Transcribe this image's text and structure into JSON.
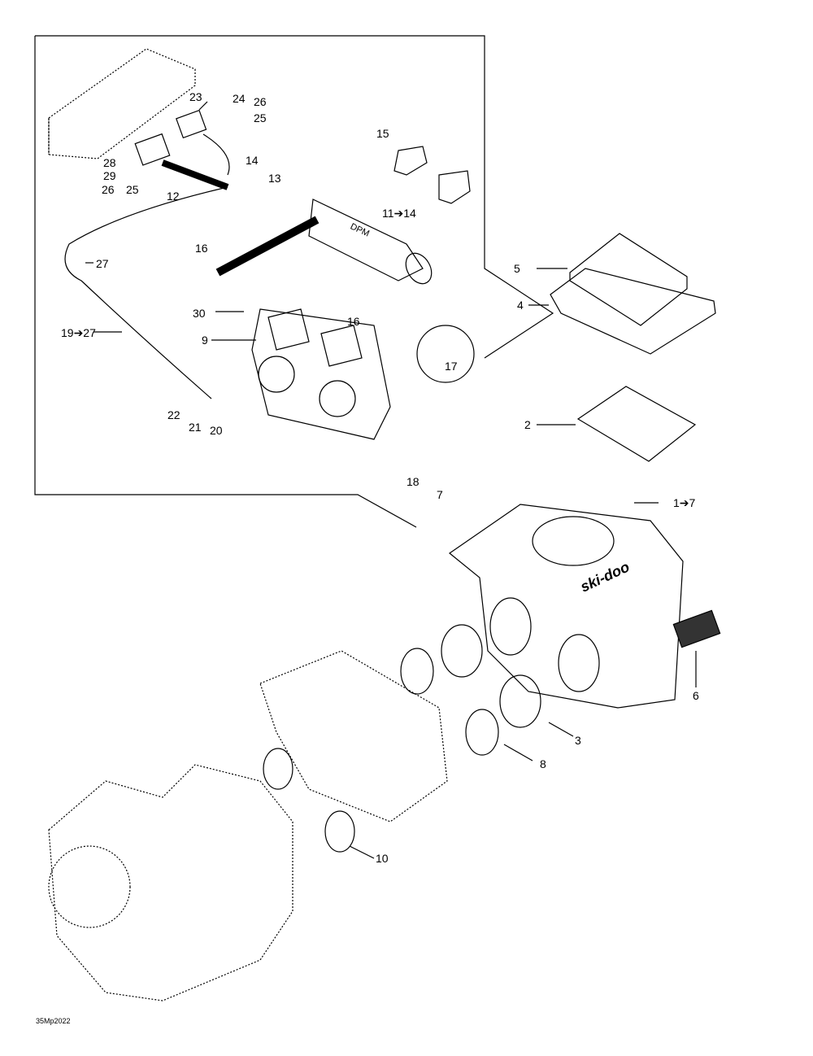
{
  "diagram": {
    "code": "35Mp2022",
    "callouts": [
      {
        "id": "c23",
        "text": "23"
      },
      {
        "id": "c24",
        "text": "24"
      },
      {
        "id": "c26a",
        "text": "26"
      },
      {
        "id": "c25a",
        "text": "25"
      },
      {
        "id": "c14",
        "text": "14"
      },
      {
        "id": "c13",
        "text": "13"
      },
      {
        "id": "c28",
        "text": "28"
      },
      {
        "id": "c29",
        "text": "29"
      },
      {
        "id": "c26b",
        "text": "26"
      },
      {
        "id": "c25b",
        "text": "25"
      },
      {
        "id": "c12",
        "text": "12"
      },
      {
        "id": "c15",
        "text": "15"
      },
      {
        "id": "c11",
        "text": "11➔14"
      },
      {
        "id": "c16a",
        "text": "16"
      },
      {
        "id": "c27",
        "text": "27"
      },
      {
        "id": "c30",
        "text": "30"
      },
      {
        "id": "c16b",
        "text": "16"
      },
      {
        "id": "c19",
        "text": "19➔27"
      },
      {
        "id": "c9",
        "text": "9"
      },
      {
        "id": "c17",
        "text": "17"
      },
      {
        "id": "c22",
        "text": "22"
      },
      {
        "id": "c21",
        "text": "21"
      },
      {
        "id": "c20",
        "text": "20"
      },
      {
        "id": "c5",
        "text": "5"
      },
      {
        "id": "c4",
        "text": "4"
      },
      {
        "id": "c2",
        "text": "2"
      },
      {
        "id": "c18",
        "text": "18"
      },
      {
        "id": "c7",
        "text": "7"
      },
      {
        "id": "c1",
        "text": "1➔7"
      },
      {
        "id": "c6",
        "text": "6"
      },
      {
        "id": "c3",
        "text": "3"
      },
      {
        "id": "c8",
        "text": "8"
      },
      {
        "id": "c10",
        "text": "10"
      }
    ],
    "brand_text": "ski-doo",
    "rail_text": "DPM"
  }
}
